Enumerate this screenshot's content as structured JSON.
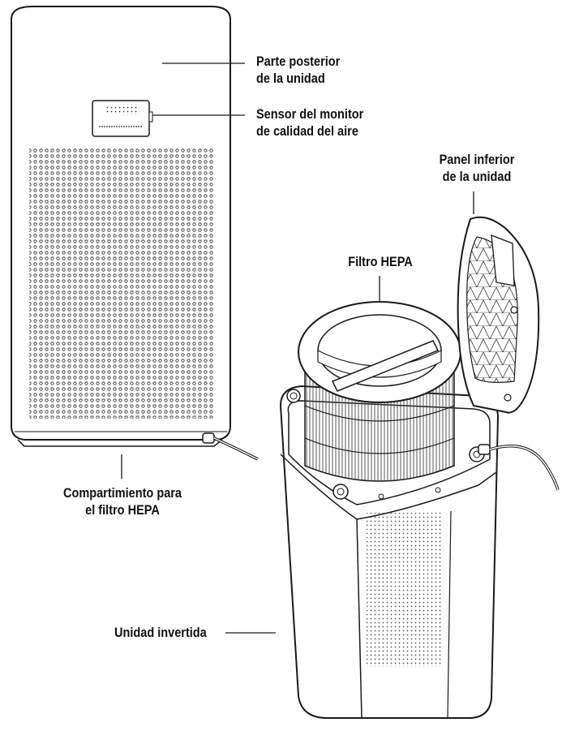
{
  "labels": {
    "rear_of_unit": [
      "Parte posterior",
      "de la unidad"
    ],
    "air_quality_sensor": [
      "Sensor del monitor",
      "de calidad del aire"
    ],
    "bottom_panel": [
      "Panel inferior",
      "de la unidad"
    ],
    "hepa_filter": "Filtro HEPA",
    "hepa_compartment": [
      "Compartimiento para",
      "el filtro HEPA"
    ],
    "inverted_unit": "Unidad invertida"
  },
  "colors": {
    "line": "#1a1a1a",
    "label": "#111111",
    "panel_fill": "#ffffff"
  }
}
